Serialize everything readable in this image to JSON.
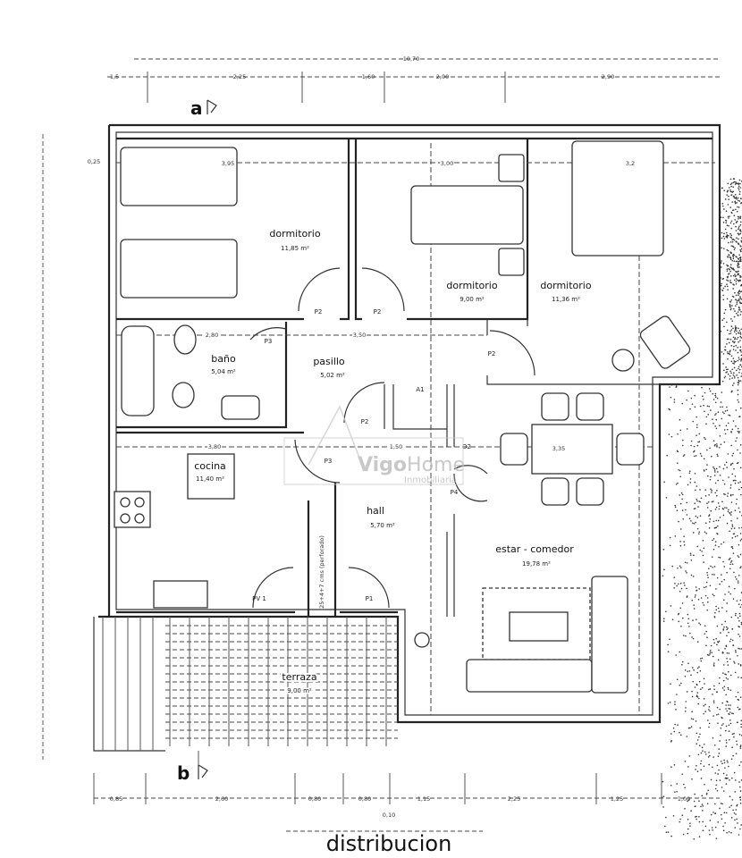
{
  "title": "distribucion",
  "section_markers": {
    "a": "a",
    "b": "b"
  },
  "watermark": {
    "brand_strong": "Vigo",
    "brand_light": "Home",
    "subtitle": "Inmobiliaria"
  },
  "rooms": [
    {
      "name": "dormitorio",
      "area": "11,85 m²"
    },
    {
      "name": "dormitorio",
      "area": "9,00 m²"
    },
    {
      "name": "dormitorio",
      "area": "11,36 m²"
    },
    {
      "name": "baño",
      "area": "5,04 m²"
    },
    {
      "name": "pasillo",
      "area": "5,02 m²"
    },
    {
      "name": "cocina",
      "area": "11,40 m²"
    },
    {
      "name": "hall",
      "area": "5,70 m²"
    },
    {
      "name": "estar - comedor",
      "area": "19,78 m²"
    },
    {
      "name": "terraza",
      "area": "9,00 m²"
    }
  ],
  "doors": [
    "P2",
    "P2",
    "P3",
    "P2",
    "P2",
    "P3",
    "P4",
    "PV 1",
    "P1",
    "D2",
    "A1"
  ],
  "wall_note": "25+4+7 cms (perforado)",
  "dimensions": {
    "top_total": "10,70",
    "top": [
      "1,5",
      "2,25",
      "1,60",
      "2,00",
      "2,90"
    ],
    "bottom": [
      "0,85",
      "2,60",
      "0,80",
      "0,80",
      "1,15",
      "2,25",
      "1,25",
      "1,00"
    ],
    "bottom_extra": "0,10",
    "interior": [
      "0,25",
      "3,95",
      "3,00",
      "3,2",
      "2,80",
      "3,50",
      "3,80",
      "1,50",
      "3,35"
    ]
  }
}
